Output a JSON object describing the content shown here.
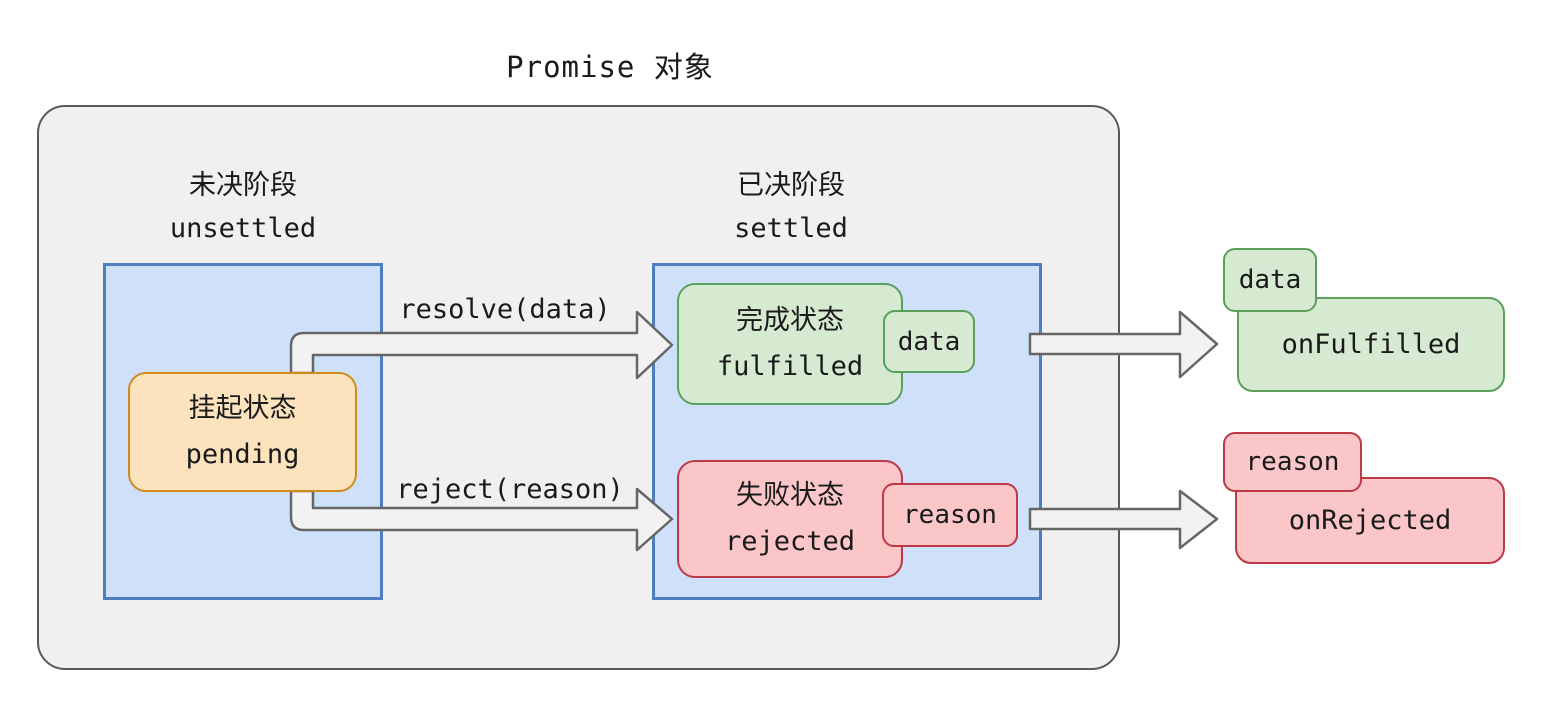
{
  "title": "Promise 对象",
  "stages": {
    "unsettled": {
      "zh": "未决阶段",
      "en": "unsettled"
    },
    "settled": {
      "zh": "已决阶段",
      "en": "settled"
    }
  },
  "states": {
    "pending": {
      "zh": "挂起状态",
      "en": "pending"
    },
    "fulfilled": {
      "zh": "完成状态",
      "en": "fulfilled",
      "tag": "data"
    },
    "rejected": {
      "zh": "失败状态",
      "en": "rejected",
      "tag": "reason"
    }
  },
  "transitions": {
    "resolve": {
      "label": "resolve(data)"
    },
    "reject": {
      "label": "reject(reason)"
    }
  },
  "handlers": {
    "onFulfilled": {
      "label": "onFulfilled",
      "tag": "data"
    },
    "onRejected": {
      "label": "onRejected",
      "tag": "reason"
    }
  },
  "colors": {
    "container_fill": "#f0f0f1",
    "container_border": "#59595b",
    "stage_fill": "#cfe1fa",
    "stage_border": "#4e7ebe",
    "pending_fill": "#fce3be",
    "pending_border": "#ce8c1c",
    "fulfilled_fill": "#d6e9d1",
    "fulfilled_border": "#5aa05a",
    "rejected_fill": "#fac6c8",
    "rejected_border": "#be3846",
    "arrow_fill": "#f2f2f2",
    "arrow_stroke": "#666666"
  }
}
